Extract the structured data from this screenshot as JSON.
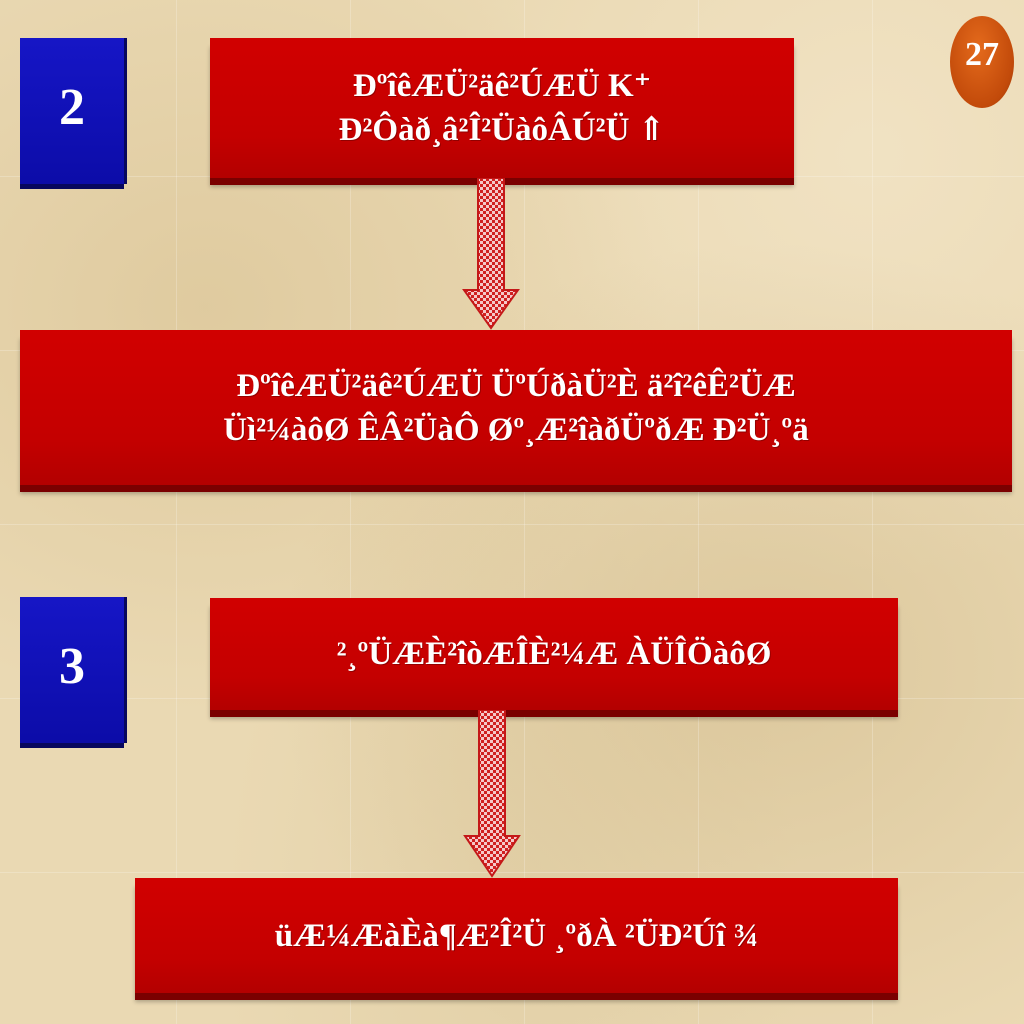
{
  "page_number": "27",
  "steps": [
    {
      "number": "2",
      "top_box": "ÐºîêÆÜ²äê²ÚÆÜ K⁺\nÐ²Ôàð¸â²Î²ÜàôÂÚ²Ü ⇑",
      "bottom_box": "ÐºîêÆÜ²äê²ÚÆÜ ÜºÚðàÜ²È ä²î²êÊ²ÜÆ\nÜì²¼àôØ  ÊÂ²ÜàÔ Øº¸Æ²îàðÜºðÆ Ð²Ü¸ºä"
    },
    {
      "number": "3",
      "top_box": "²¸ºÜÆÈ²îòÆÎÈ²¼Æ ÀÜÎÖàôØ",
      "bottom_box": "üÆ¼ÆàÈà¶Æ²Î²Ü ¸ºðÀ ²ÜÐ²Úî ¾"
    }
  ],
  "colors": {
    "box_red": "#c80000",
    "number_blue": "#1212b8",
    "badge_orange": "#d45a12"
  }
}
